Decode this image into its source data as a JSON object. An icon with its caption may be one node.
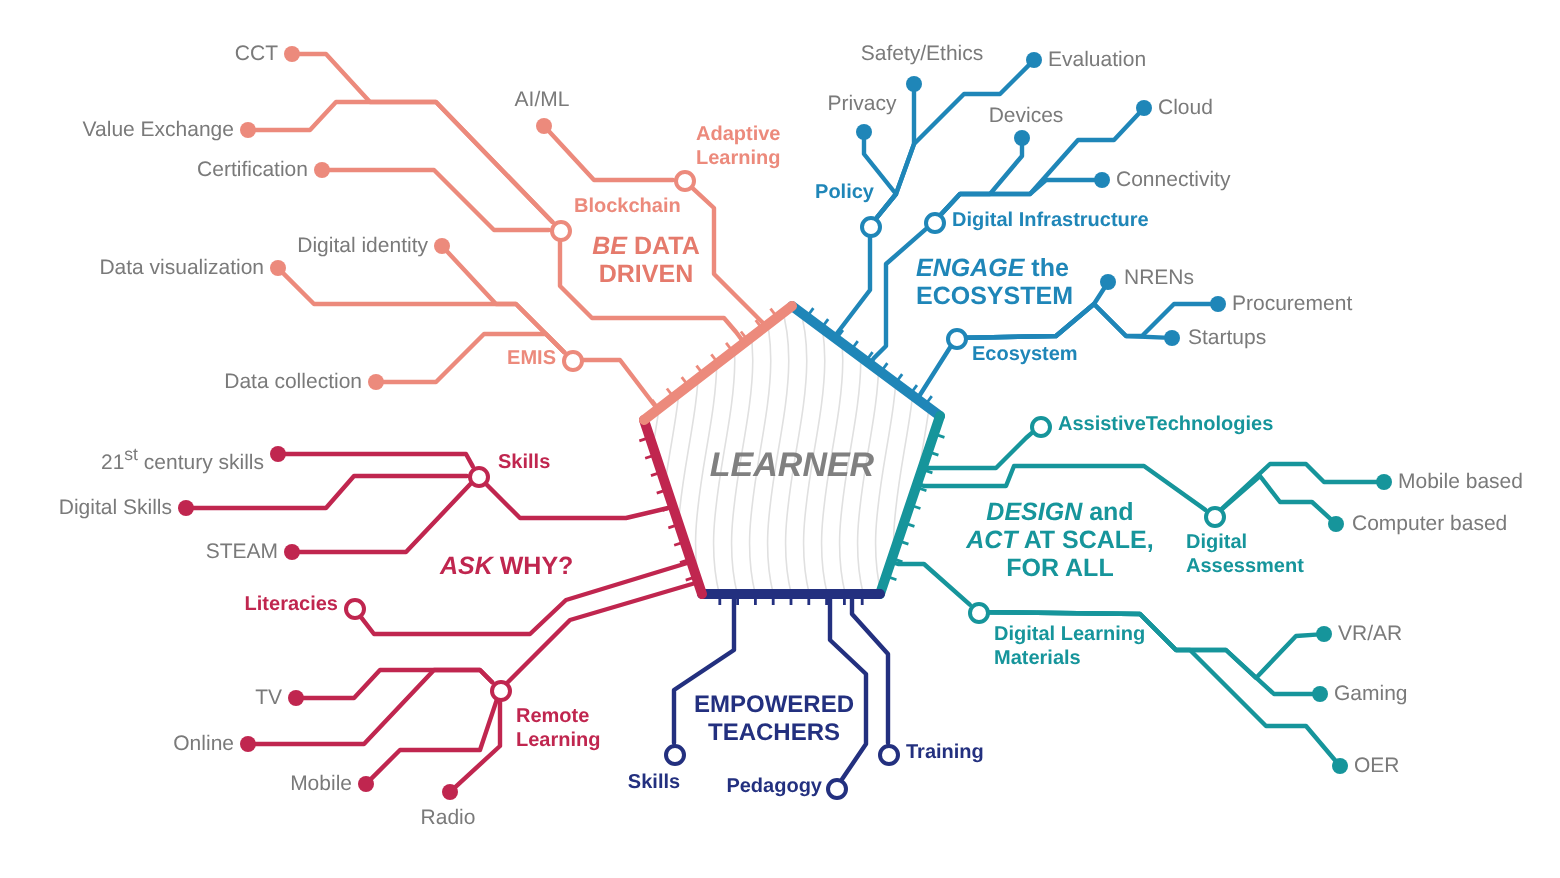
{
  "diagram": {
    "nodes": [
      {
        "text": [
          "LEARNER"
        ]
      },
      {
        "text": [],
        "shape": "dot",
        "beside": [
          "CCT"
        ]
      },
      {
        "text": [],
        "shape": "dot",
        "beside": [
          "Value Exchange"
        ]
      },
      {
        "text": [],
        "shape": "dot",
        "beside": [
          "Certification"
        ]
      },
      {
        "text": [],
        "shape": "dot",
        "beside": [
          "AI/ML"
        ]
      },
      {
        "text": [],
        "shape": "circle",
        "beside": [
          "Adaptive Learning"
        ]
      },
      {
        "text": [],
        "shape": "circle",
        "beside": [
          "Blockchain"
        ]
      },
      {
        "text": [],
        "shape": "dot",
        "beside": [
          "Digital identity"
        ]
      },
      {
        "text": [],
        "shape": "dot",
        "beside": [
          "Data visualization"
        ]
      },
      {
        "text": [],
        "shape": "dot",
        "beside": [
          "Data collection"
        ]
      },
      {
        "text": [],
        "shape": "circle",
        "beside": [
          "EMIS"
        ]
      },
      {
        "text": [],
        "shape": "dot",
        "beside": [
          "Safety/Ethics"
        ]
      },
      {
        "text": [],
        "shape": "dot",
        "beside": [
          "Evaluation"
        ]
      },
      {
        "text": [],
        "shape": "dot",
        "beside": [
          "Privacy"
        ]
      },
      {
        "text": [],
        "shape": "dot",
        "beside": [
          "Devices"
        ]
      },
      {
        "text": [],
        "shape": "dot",
        "beside": [
          "Cloud"
        ]
      },
      {
        "text": [],
        "shape": "dot",
        "beside": [
          "Connectivity"
        ]
      },
      {
        "text": [],
        "shape": "circle",
        "beside": [
          "Policy"
        ]
      },
      {
        "text": [],
        "shape": "circle",
        "beside": [
          "Digital Infrastructure"
        ]
      },
      {
        "text": [],
        "shape": "dot",
        "beside": [
          "NRENs"
        ]
      },
      {
        "text": [],
        "shape": "dot",
        "beside": [
          "Procurement"
        ]
      },
      {
        "text": [],
        "shape": "dot",
        "beside": [
          "Startups"
        ]
      },
      {
        "text": [],
        "shape": "circle",
        "beside": [
          "Ecosystem"
        ]
      },
      {
        "text": [],
        "shape": "circle",
        "beside": [
          "AssistiveTechnologies"
        ]
      },
      {
        "text": [],
        "shape": "dot",
        "beside": [
          "Mobile based"
        ]
      },
      {
        "text": [],
        "shape": "dot",
        "beside": [
          "Computer based"
        ]
      },
      {
        "text": [],
        "shape": "circle",
        "beside": [
          "Digital Assessment"
        ]
      },
      {
        "text": [],
        "shape": "circle",
        "beside": [
          "Digital Learning Materials"
        ]
      },
      {
        "text": [],
        "shape": "dot",
        "beside": [
          "VR/AR"
        ]
      },
      {
        "text": [],
        "shape": "dot",
        "beside": [
          "Gaming"
        ]
      },
      {
        "text": [],
        "shape": "dot",
        "beside": [
          "OER"
        ]
      },
      {
        "text": [],
        "shape": "dot",
        "beside": [
          "21$^{st}$ century skills"
        ]
      },
      {
        "text": [],
        "shape": "circle",
        "beside": [
          "Skills"
        ]
      },
      {
        "text": [],
        "shape": "dot",
        "beside": [
          "Digital Skills"
        ]
      },
      {
        "text": [],
        "shape": "dot",
        "beside": [
          "STEAM"
        ]
      },
      {
        "text": [],
        "shape": "circle",
        "beside": [
          "Literacies"
        ]
      },
      {
        "text": [],
        "shape": "dot",
        "beside": [
          "TV"
        ]
      },
      {
        "text": [],
        "shape": "circle",
        "beside": [
          "Remote Learning"
        ]
      },
      {
        "text": [],
        "shape": "dot",
        "beside": [
          "Online"
        ]
      },
      {
        "text": [],
        "shape": "dot",
        "beside": [
          "Mobile"
        ]
      },
      {
        "text": [],
        "shape": "dot",
        "beside": [
          "Radio"
        ]
      },
      {
        "text": [],
        "shape": "circle",
        "beside": [
          "Skills"
        ]
      },
      {
        "text": [],
        "shape": "circle",
        "beside": [
          "Pedagogy"
        ]
      },
      {
        "text": [],
        "shape": "circle",
        "beside": [
          "Training"
        ]
      }
    ],
    "edges": [
      {
        "from": 0,
        "to": 5,
        "arrow": "none",
        "color": "#ec8a7c"
      },
      {
        "from": 5,
        "to": 4,
        "arrow": "none",
        "color": "#ec8a7c"
      },
      {
        "from": 0,
        "to": 6,
        "arrow": "none",
        "color": "#ec8a7c"
      },
      {
        "from": 6,
        "to": 1,
        "arrow": "none",
        "color": "#ec8a7c"
      },
      {
        "from": 6,
        "to": 2,
        "arrow": "none",
        "color": "#ec8a7c"
      },
      {
        "from": 6,
        "to": 3,
        "arrow": "none",
        "color": "#ec8a7c"
      },
      {
        "from": 0,
        "to": 10,
        "arrow": "none",
        "color": "#ec8a7c"
      },
      {
        "from": 10,
        "to": 7,
        "arrow": "none",
        "color": "#ec8a7c"
      },
      {
        "from": 10,
        "to": 8,
        "arrow": "none",
        "color": "#ec8a7c"
      },
      {
        "from": 10,
        "to": 9,
        "arrow": "none",
        "color": "#ec8a7c"
      },
      {
        "from": 0,
        "to": 17,
        "arrow": "none"
      },
      {
        "from": 17,
        "to": 13,
        "arrow": "none"
      },
      {
        "from": 17,
        "to": 11,
        "arrow": "none"
      },
      {
        "from": 17,
        "to": 12,
        "arrow": "none"
      },
      {
        "from": 0,
        "to": 18,
        "arrow": "none"
      },
      {
        "from": 18,
        "to": 14,
        "arrow": "none"
      },
      {
        "from": 18,
        "to": 15,
        "arrow": "none"
      },
      {
        "from": 18,
        "to": 16,
        "arrow": "none"
      },
      {
        "from": 0,
        "to": 22,
        "arrow": "none"
      },
      {
        "from": 22,
        "to": 19,
        "arrow": "none"
      },
      {
        "from": 22,
        "to": 20,
        "arrow": "none"
      },
      {
        "from": 22,
        "to": 21,
        "arrow": "none"
      },
      {
        "from": 0,
        "to": 23,
        "arrow": "none",
        "color": "#16959b"
      },
      {
        "from": 0,
        "to": 26,
        "arrow": "none",
        "color": "#16959b"
      },
      {
        "from": 26,
        "to": 24,
        "arrow": "none",
        "color": "#16959b"
      },
      {
        "from": 26,
        "to": 25,
        "arrow": "none",
        "color": "#16959b"
      },
      {
        "from": 0,
        "to": 27,
        "arrow": "none",
        "color": "#16959b"
      },
      {
        "from": 27,
        "to": 28,
        "arrow": "none",
        "color": "#16959b"
      },
      {
        "from": 27,
        "to": 29,
        "arrow": "none",
        "color": "#16959b"
      },
      {
        "from": 27,
        "to": 30,
        "arrow": "none",
        "color": "#16959b"
      },
      {
        "from": 0,
        "to": 32,
        "arrow": "none",
        "color": "#c0264f"
      },
      {
        "from": 32,
        "to": 31,
        "arrow": "none",
        "color": "#c0264f"
      },
      {
        "from": 32,
        "to": 33,
        "arrow": "none",
        "color": "#c0264f"
      },
      {
        "from": 32,
        "to": 34,
        "arrow": "none",
        "color": "#c0264f"
      },
      {
        "from": 0,
        "to": 35,
        "arrow": "none",
        "color": "#c0264f"
      },
      {
        "from": 0,
        "to": 37,
        "arrow": "none",
        "color": "#c0264f"
      },
      {
        "from": 37,
        "to": 36,
        "arrow": "none",
        "color": "#c0264f"
      },
      {
        "from": 37,
        "to": 38,
        "arrow": "none",
        "color": "#c0264f"
      },
      {
        "from": 37,
        "to": 39,
        "arrow": "none",
        "color": "#c0264f"
      },
      {
        "from": 37,
        "to": 40,
        "arrow": "none",
        "color": "#c0264f"
      },
      {
        "from": 0,
        "to": 41,
        "arrow": "none",
        "color": "#23307f"
      },
      {
        "from": 0,
        "to": 42,
        "arrow": "none",
        "color": "#23307f"
      },
      {
        "from": 0,
        "to": 43,
        "arrow": "none",
        "color": "#23307f"
      }
    ],
    "labels": [
      "*BE* DATA DRIVEN",
      "*ENGAGE* the ECOSYSTEM",
      "*DESIGN* and *ACT* AT SCALE, FOR ALL",
      "*ASK* WHY?",
      "EMPOWERED TEACHERS"
    ]
  }
}
